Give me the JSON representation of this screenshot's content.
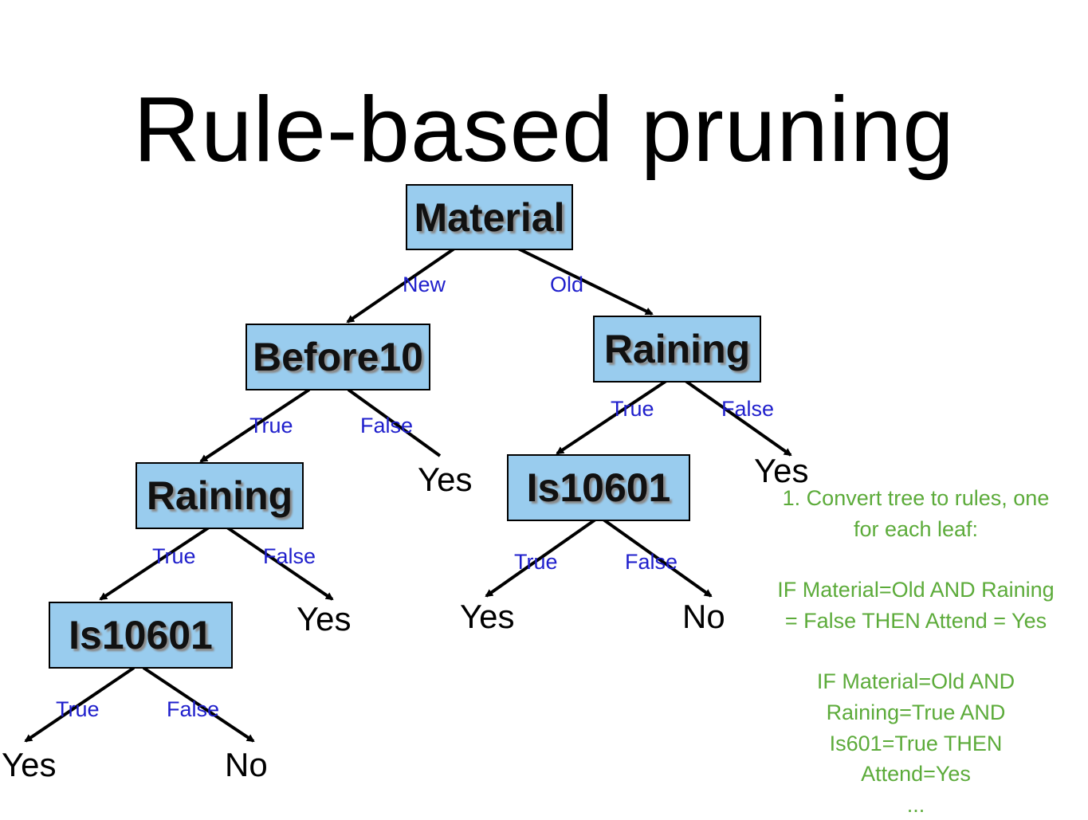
{
  "title": "Rule-based pruning",
  "nodes": {
    "material": "Material",
    "before10": "Before10",
    "raining_right": "Raining",
    "raining_left": "Raining",
    "is10601_right": "Is10601",
    "is10601_left": "Is10601"
  },
  "edge_labels": {
    "new": "New",
    "old": "Old",
    "before10_true": "True",
    "before10_false": "False",
    "raining_right_true": "True",
    "raining_right_false": "False",
    "raining_left_true": "True",
    "raining_left_false": "False",
    "is10601_right_true": "True",
    "is10601_right_false": "False",
    "is10601_left_true": "True",
    "is10601_left_false": "False"
  },
  "leaves": {
    "before10_false": "Yes",
    "raining_right_false": "Yes",
    "raining_left_false": "Yes",
    "is10601_right_true": "Yes",
    "is10601_right_false": "No",
    "is10601_left_true": "Yes",
    "is10601_left_false": "No"
  },
  "rules_text": {
    "line1": "1. Convert tree to rules, one",
    "line2": "for each leaf:",
    "line3": "IF Material=Old AND Raining",
    "line4": "= False THEN Attend = Yes",
    "line5": "IF Material=Old AND",
    "line6": "Raining=True AND",
    "line7": "Is601=True THEN",
    "line8": "Attend=Yes",
    "line9": "..."
  },
  "colors": {
    "node_fill": "#99ccee",
    "edge_label": "#1f1fcc",
    "rules_text": "#5cab3a"
  }
}
